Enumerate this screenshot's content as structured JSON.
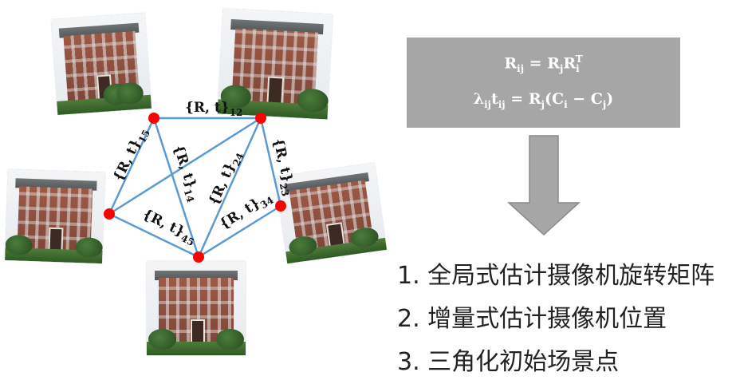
{
  "graph": {
    "edge_color": "#5b9bd5",
    "node_color": "#ff0000",
    "edge_labels": [
      {
        "id": "12",
        "text": "{R, t}",
        "subscript": "12"
      },
      {
        "id": "15",
        "text": "{R, t}",
        "subscript": "15"
      },
      {
        "id": "14",
        "text": "{R, t}",
        "subscript": "14"
      },
      {
        "id": "24",
        "text": "{R, t}",
        "subscript": "24"
      },
      {
        "id": "23",
        "text": "{R, t}",
        "subscript": "23"
      },
      {
        "id": "45",
        "text": "{R, t}",
        "subscript": "45"
      },
      {
        "id": "34",
        "text": "{R, t}",
        "subscript": "34"
      }
    ]
  },
  "formula_box": {
    "background": "#a6a6a6",
    "line1": {
      "lhs": "R",
      "lhs_sub": "ij",
      "eq": " = ",
      "r1": "R",
      "r1_sub": "j",
      "r2": "R",
      "r2_sub": "i",
      "r2_sup": "T"
    },
    "line2": {
      "lam": "λ",
      "lam_sub": "ij",
      "t": "t",
      "t_sub": "ij",
      "eq": " = ",
      "r": "R",
      "r_sub": "j",
      "open": "(",
      "c1": "C",
      "c1_sub": "i",
      "minus": " − ",
      "c2": "C",
      "c2_sub": "j",
      "close": ")"
    }
  },
  "arrow": {
    "color": "#a6a6a6",
    "icon": "down-arrow"
  },
  "steps": [
    "1. 全局式估计摄像机旋转矩阵",
    "2. 增量式估计摄像机位置",
    "3. 三角化初始场景点"
  ]
}
